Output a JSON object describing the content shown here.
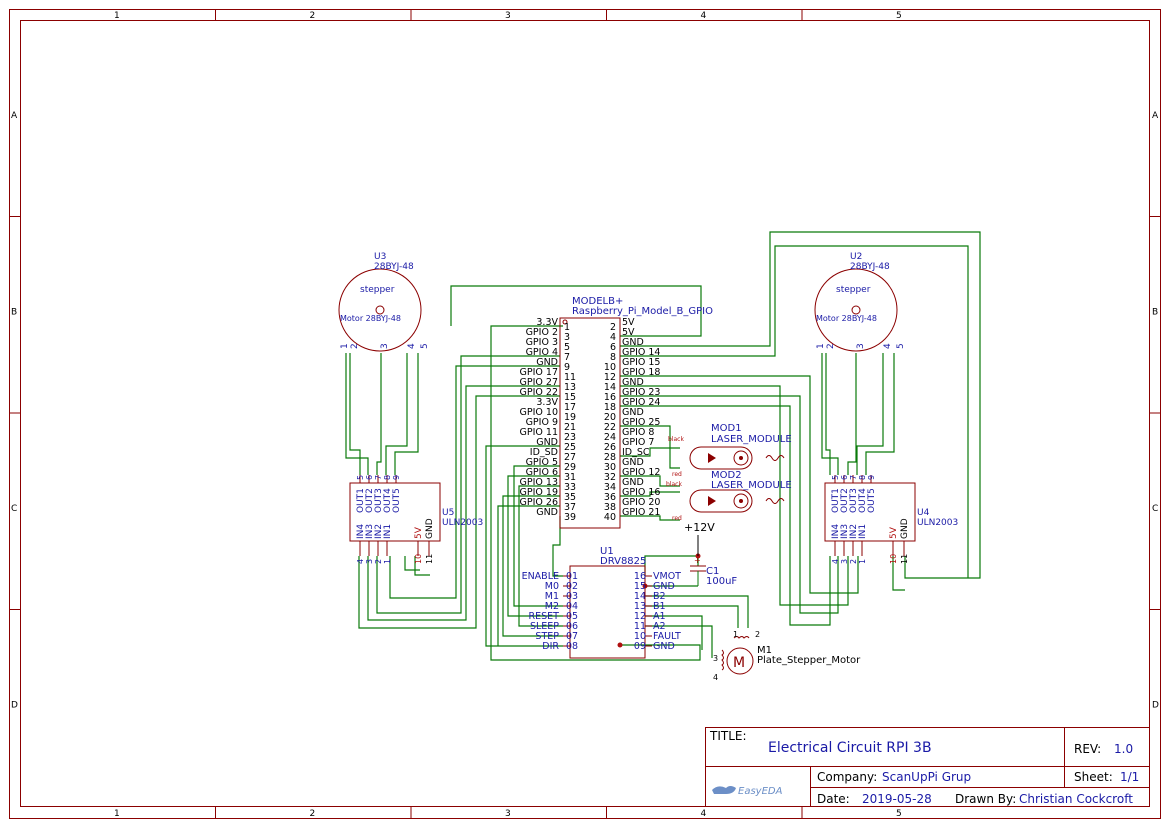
{
  "frame": {
    "cols": [
      "1",
      "2",
      "3",
      "4",
      "5"
    ],
    "rows": [
      "A",
      "B",
      "C",
      "D"
    ]
  },
  "title_block": {
    "title_label": "TITLE:",
    "title": "Electrical Circuit RPI 3B",
    "rev_label": "REV:",
    "rev": "1.0",
    "company_label": "Company:",
    "company": "ScanUpPi Grup",
    "sheet_label": "Sheet:",
    "sheet": "1/1",
    "date_label": "Date:",
    "date": "2019-05-28",
    "drawn_label": "Drawn By:",
    "drawn_by": "Christian Cockcroft",
    "logo": "EasyEDA"
  },
  "rpi": {
    "designator": "MODELB+",
    "value": "Raspberry_Pi_Model_B_GPIO",
    "left_labels": [
      "3.3V",
      "GPIO 2",
      "GPIO 3",
      "GPIO 4",
      "GND",
      "GPIO 17",
      "GPIO 27",
      "GPIO 22",
      "3.3V",
      "GPIO 10",
      "GPIO 9",
      "GPIO 11",
      "GND",
      "ID_SD",
      "GPIO 5",
      "GPIO 6",
      "GPIO 13",
      "GPIO 19",
      "GPIO 26",
      "GND"
    ],
    "left_nums": [
      "1",
      "3",
      "5",
      "7",
      "9",
      "11",
      "13",
      "15",
      "17",
      "19",
      "21",
      "23",
      "25",
      "27",
      "29",
      "31",
      "33",
      "35",
      "37",
      "39"
    ],
    "right_labels": [
      "5V",
      "5V",
      "GND",
      "GPIO 14",
      "GPIO 15",
      "GPIO 18",
      "GND",
      "GPIO 23",
      "GPIO 24",
      "GND",
      "GPIO 25",
      "GPIO 8",
      "GPIO 7",
      "ID_SC",
      "GND",
      "GPIO 12",
      "GND",
      "GPIO 16",
      "GPIO 20",
      "GPIO 21"
    ],
    "right_nums": [
      "2",
      "4",
      "6",
      "8",
      "10",
      "12",
      "14",
      "16",
      "18",
      "20",
      "22",
      "24",
      "26",
      "28",
      "30",
      "32",
      "34",
      "36",
      "38",
      "40"
    ]
  },
  "drv": {
    "designator": "U1",
    "value": "DRV8825",
    "left_labels": [
      "ENABLE",
      "M0",
      "M1",
      "M2",
      "RESET",
      "SLEEP",
      "STEP",
      "DIR"
    ],
    "left_nums": [
      "01",
      "02",
      "03",
      "04",
      "05",
      "06",
      "07",
      "08"
    ],
    "right_labels": [
      "VMOT",
      "GND",
      "B2",
      "B1",
      "A1",
      "A2",
      "FAULT",
      "GND"
    ],
    "right_nums": [
      "16",
      "15",
      "14",
      "13",
      "12",
      "11",
      "10",
      "09"
    ]
  },
  "cap": {
    "designator": "C1",
    "value": "100uF",
    "supply": "+12V"
  },
  "motor": {
    "designator": "M1",
    "value": "Plate_Stepper_Motor",
    "pins": [
      "1",
      "2",
      "3",
      "4"
    ]
  },
  "mod1": {
    "designator": "MOD1",
    "value": "LASER_MODULE",
    "pin_a": "red",
    "pin_c": "black"
  },
  "mod2": {
    "designator": "MOD2",
    "value": "LASER_MODULE",
    "pin_a": "red",
    "pin_c": "black"
  },
  "stepper_left": {
    "designator": "U3",
    "value": "28BYJ-48",
    "center_label": "stepper",
    "motor_label": "Motor 28BYJ-48",
    "pins": [
      "1",
      "2",
      "3",
      "4",
      "5"
    ]
  },
  "stepper_right": {
    "designator": "U2",
    "value": "28BYJ-48",
    "center_label": "stepper",
    "motor_label": "Motor 28BYJ-48",
    "pins": [
      "1",
      "2",
      "3",
      "4",
      "5"
    ]
  },
  "uln_left": {
    "designator": "U5",
    "value": "ULN2003",
    "top": [
      "OUT1",
      "OUT2",
      "OUT3",
      "OUT4",
      "OUT5"
    ],
    "top_nums": [
      "5",
      "6",
      "7",
      "8",
      "9"
    ],
    "bottom": [
      "IN4",
      "IN3",
      "IN2",
      "IN1",
      "5V",
      "GND"
    ],
    "bottom_nums": [
      "4",
      "3",
      "2",
      "1",
      "10",
      "11"
    ]
  },
  "uln_right": {
    "designator": "U4",
    "value": "ULN2003",
    "top": [
      "OUT1",
      "OUT2",
      "OUT3",
      "OUT4",
      "OUT5"
    ],
    "top_nums": [
      "5",
      "6",
      "7",
      "8",
      "9"
    ],
    "bottom": [
      "IN4",
      "IN3",
      "IN2",
      "IN1",
      "5V",
      "GND"
    ],
    "bottom_nums": [
      "4",
      "3",
      "2",
      "1",
      "10",
      "11"
    ]
  },
  "colors": {
    "frame": "#8b0000",
    "wire": "#0a7a0a",
    "label": "#1a1aa6",
    "pin": "#b01010"
  }
}
